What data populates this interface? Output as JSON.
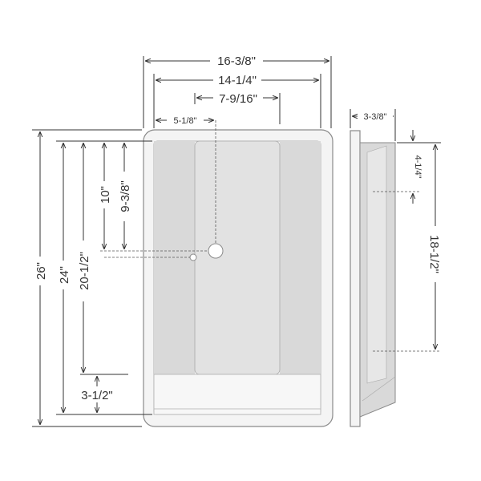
{
  "colors": {
    "ink": "#333333",
    "frame_stroke": "#8a8a8a",
    "frame_fill": "#f4f4f4",
    "panel_fill": "#d9d9d9",
    "center_fill": "#e2e2e2",
    "shelf_fill": "#f7f7f7"
  },
  "front_view": {
    "dims": {
      "overall_width": "16-3/8\"",
      "inner_width": "14-1/4\"",
      "center_panel_width": "7-9/16\"",
      "drain_offset": "5-1/8\"",
      "overall_height": "26\"",
      "inner_height": "24\"",
      "main_compartment_height": "20-1/2\"",
      "drain_to_bottom": "10\"",
      "drain_from_top": "9-3/8\"",
      "shelf_height": "3-1/2\""
    }
  },
  "side_view": {
    "dims": {
      "depth": "3-3/8\"",
      "top_offset": "4-1/4\"",
      "mount_span": "18-1/2\""
    }
  }
}
